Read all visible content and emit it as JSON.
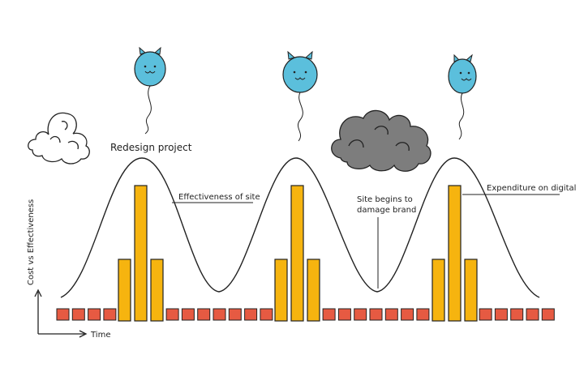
{
  "labels": {
    "redesign": "Redesign project",
    "effectiveness": "Effectiveness of site",
    "damage_line1": "Site begins to",
    "damage_line2": "damage brand",
    "expenditure": "Expenditure on digital",
    "y_axis": "Cost vs Effectiveness",
    "x_axis": "Time"
  },
  "colors": {
    "bar": "#f6b40f",
    "small_bar": "#e65a42",
    "balloon": "#5bbfdc",
    "storm_cloud": "#7d7d7d",
    "line": "#222222"
  },
  "icons": {
    "balloon": "cat-balloon-icon",
    "white_cloud": "white-cloud-icon",
    "storm_cloud": "storm-cloud-icon"
  }
}
